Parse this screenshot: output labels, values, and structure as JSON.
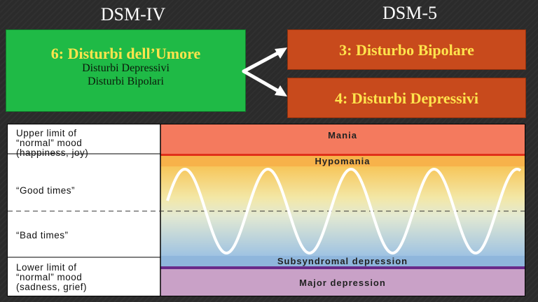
{
  "headers": {
    "left": "DSM-IV",
    "right": "DSM-5"
  },
  "dsm4": {
    "title": "6: Disturbi dell’Umore",
    "items": [
      "Disturbi Depressivi",
      "Disturbi Bipolari"
    ]
  },
  "dsm5": {
    "boxes": [
      "3: Disturbo Bipolare",
      "4: Disturbi Depressivi"
    ]
  },
  "diagram": {
    "left_labels": {
      "upper": [
        "Upper limit of",
        "“normal” mood",
        "(happiness, joy)"
      ],
      "good": "“Good times”",
      "bad": "“Bad times”",
      "lower": [
        "Lower limit of",
        "“normal” mood",
        "(sadness, grief)"
      ]
    },
    "zones": {
      "mania": "Mania",
      "hypomania": "Hypomania",
      "subsyndromal": "Subsyndromal depression",
      "major": "Major depression"
    },
    "wave_cycles": 4
  },
  "colors": {
    "green_box": "#1fba46",
    "red_box": "#c84a1c",
    "title_text": "#ffe44d",
    "mania": "#f47a5e",
    "hypomania": "#f7b24a",
    "subsyndromal": "#8fb6dc",
    "major": "#c9a1c7",
    "divider_red": "#e0301a",
    "divider_purple": "#6a2a8a"
  }
}
